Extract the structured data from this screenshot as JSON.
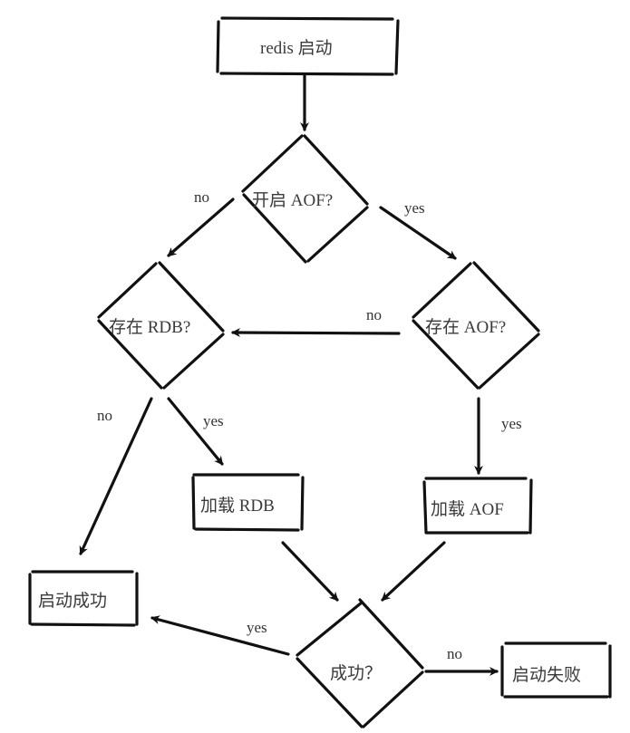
{
  "colors": {
    "stroke": "#111111",
    "text": "#333333",
    "background": "#ffffff"
  },
  "nodes": {
    "start": {
      "label": "redis 启动",
      "shape": "rectangle"
    },
    "aof_enabled": {
      "label": "开启 AOF?",
      "shape": "diamond"
    },
    "rdb_exists": {
      "label": "存在 RDB?",
      "shape": "diamond"
    },
    "aof_exists": {
      "label": "存在 AOF?",
      "shape": "diamond"
    },
    "load_rdb": {
      "label": "加载 RDB",
      "shape": "rectangle"
    },
    "load_aof": {
      "label": "加载 AOF",
      "shape": "rectangle"
    },
    "startup_success": {
      "label": "启动成功",
      "shape": "rectangle"
    },
    "success_check": {
      "label": "成功？",
      "shape": "diamond"
    },
    "startup_failed": {
      "label": "启动失败",
      "shape": "rectangle"
    }
  },
  "edges": [
    {
      "from": "start",
      "to": "aof_enabled",
      "label": ""
    },
    {
      "from": "aof_enabled",
      "to": "rdb_exists",
      "label": "no"
    },
    {
      "from": "aof_enabled",
      "to": "aof_exists",
      "label": "yes"
    },
    {
      "from": "aof_exists",
      "to": "rdb_exists",
      "label": "no"
    },
    {
      "from": "rdb_exists",
      "to": "startup_success",
      "label": "no"
    },
    {
      "from": "rdb_exists",
      "to": "load_rdb",
      "label": "yes"
    },
    {
      "from": "aof_exists",
      "to": "load_aof",
      "label": "yes"
    },
    {
      "from": "load_rdb",
      "to": "success_check",
      "label": ""
    },
    {
      "from": "load_aof",
      "to": "success_check",
      "label": ""
    },
    {
      "from": "success_check",
      "to": "startup_success",
      "label": "yes"
    },
    {
      "from": "success_check",
      "to": "startup_failed",
      "label": "no"
    }
  ]
}
